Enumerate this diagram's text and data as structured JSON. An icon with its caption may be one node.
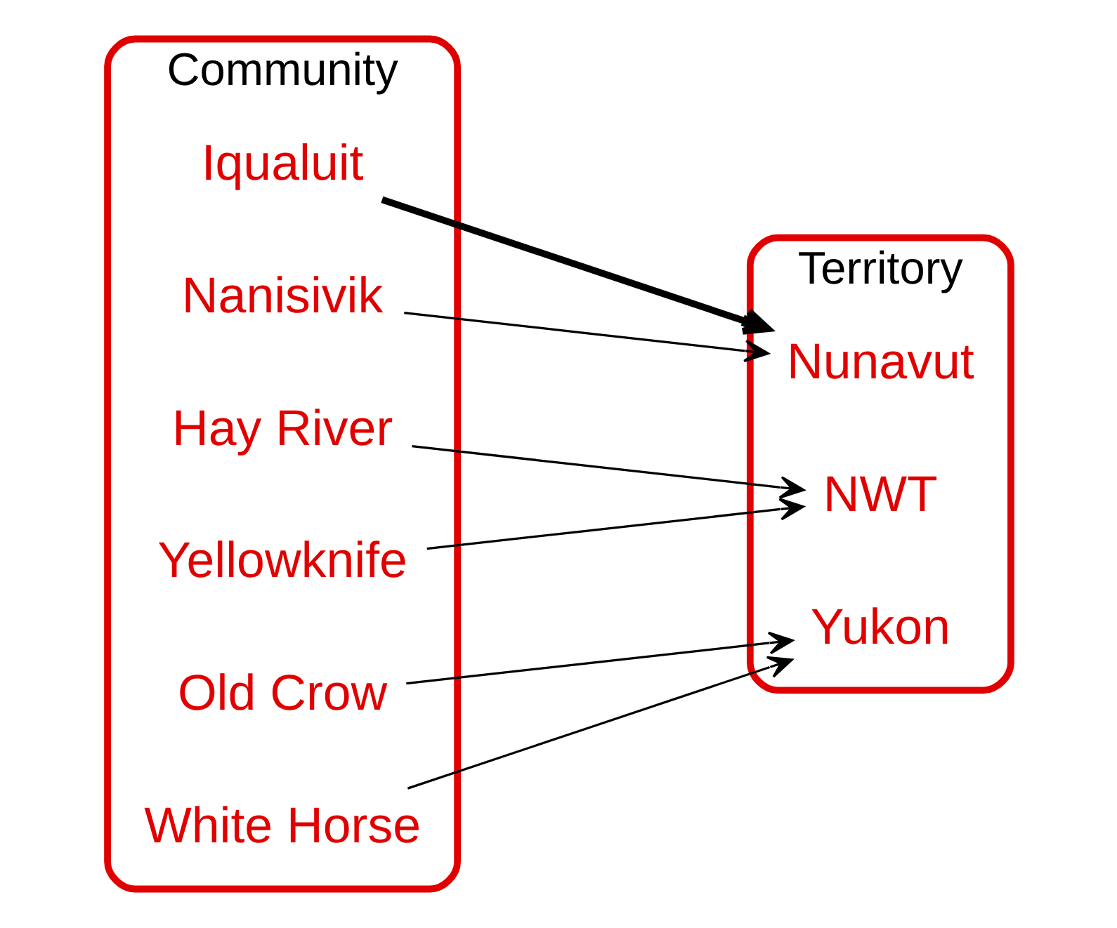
{
  "diagram": {
    "nodes": [
      {
        "text": [
          "Community"
        ]
      },
      {
        "text": [
          "Hay River"
        ],
        "in": 0
      },
      {
        "text": [
          "Iqualuit"
        ],
        "in": 0
      },
      {
        "text": [
          "Nanisivik"
        ],
        "in": 0
      },
      {
        "text": [
          "Old Crow"
        ],
        "in": 0
      },
      {
        "text": [
          "White Horse"
        ],
        "in": 0
      },
      {
        "text": [
          "Yellowknife"
        ],
        "in": 0
      },
      {
        "text": [
          "Territory"
        ]
      },
      {
        "text": [
          "NWT"
        ],
        "in": 7
      },
      {
        "text": [
          "Yukon"
        ],
        "in": 7
      },
      {
        "text": [
          "Nunavut"
        ],
        "in": 7
      }
    ],
    "edges": [
      {
        "from": 1,
        "to": 8,
        "arrow": "to"
      },
      {
        "from": 2,
        "to": 10,
        "arrow": "to",
        "style": "thick"
      },
      {
        "from": 3,
        "to": 10,
        "arrow": "to"
      },
      {
        "from": 4,
        "to": 9,
        "arrow": "to"
      },
      {
        "from": 5,
        "to": 9,
        "arrow": "to"
      },
      {
        "from": 6,
        "to": 8,
        "arrow": "to"
      }
    ]
  }
}
